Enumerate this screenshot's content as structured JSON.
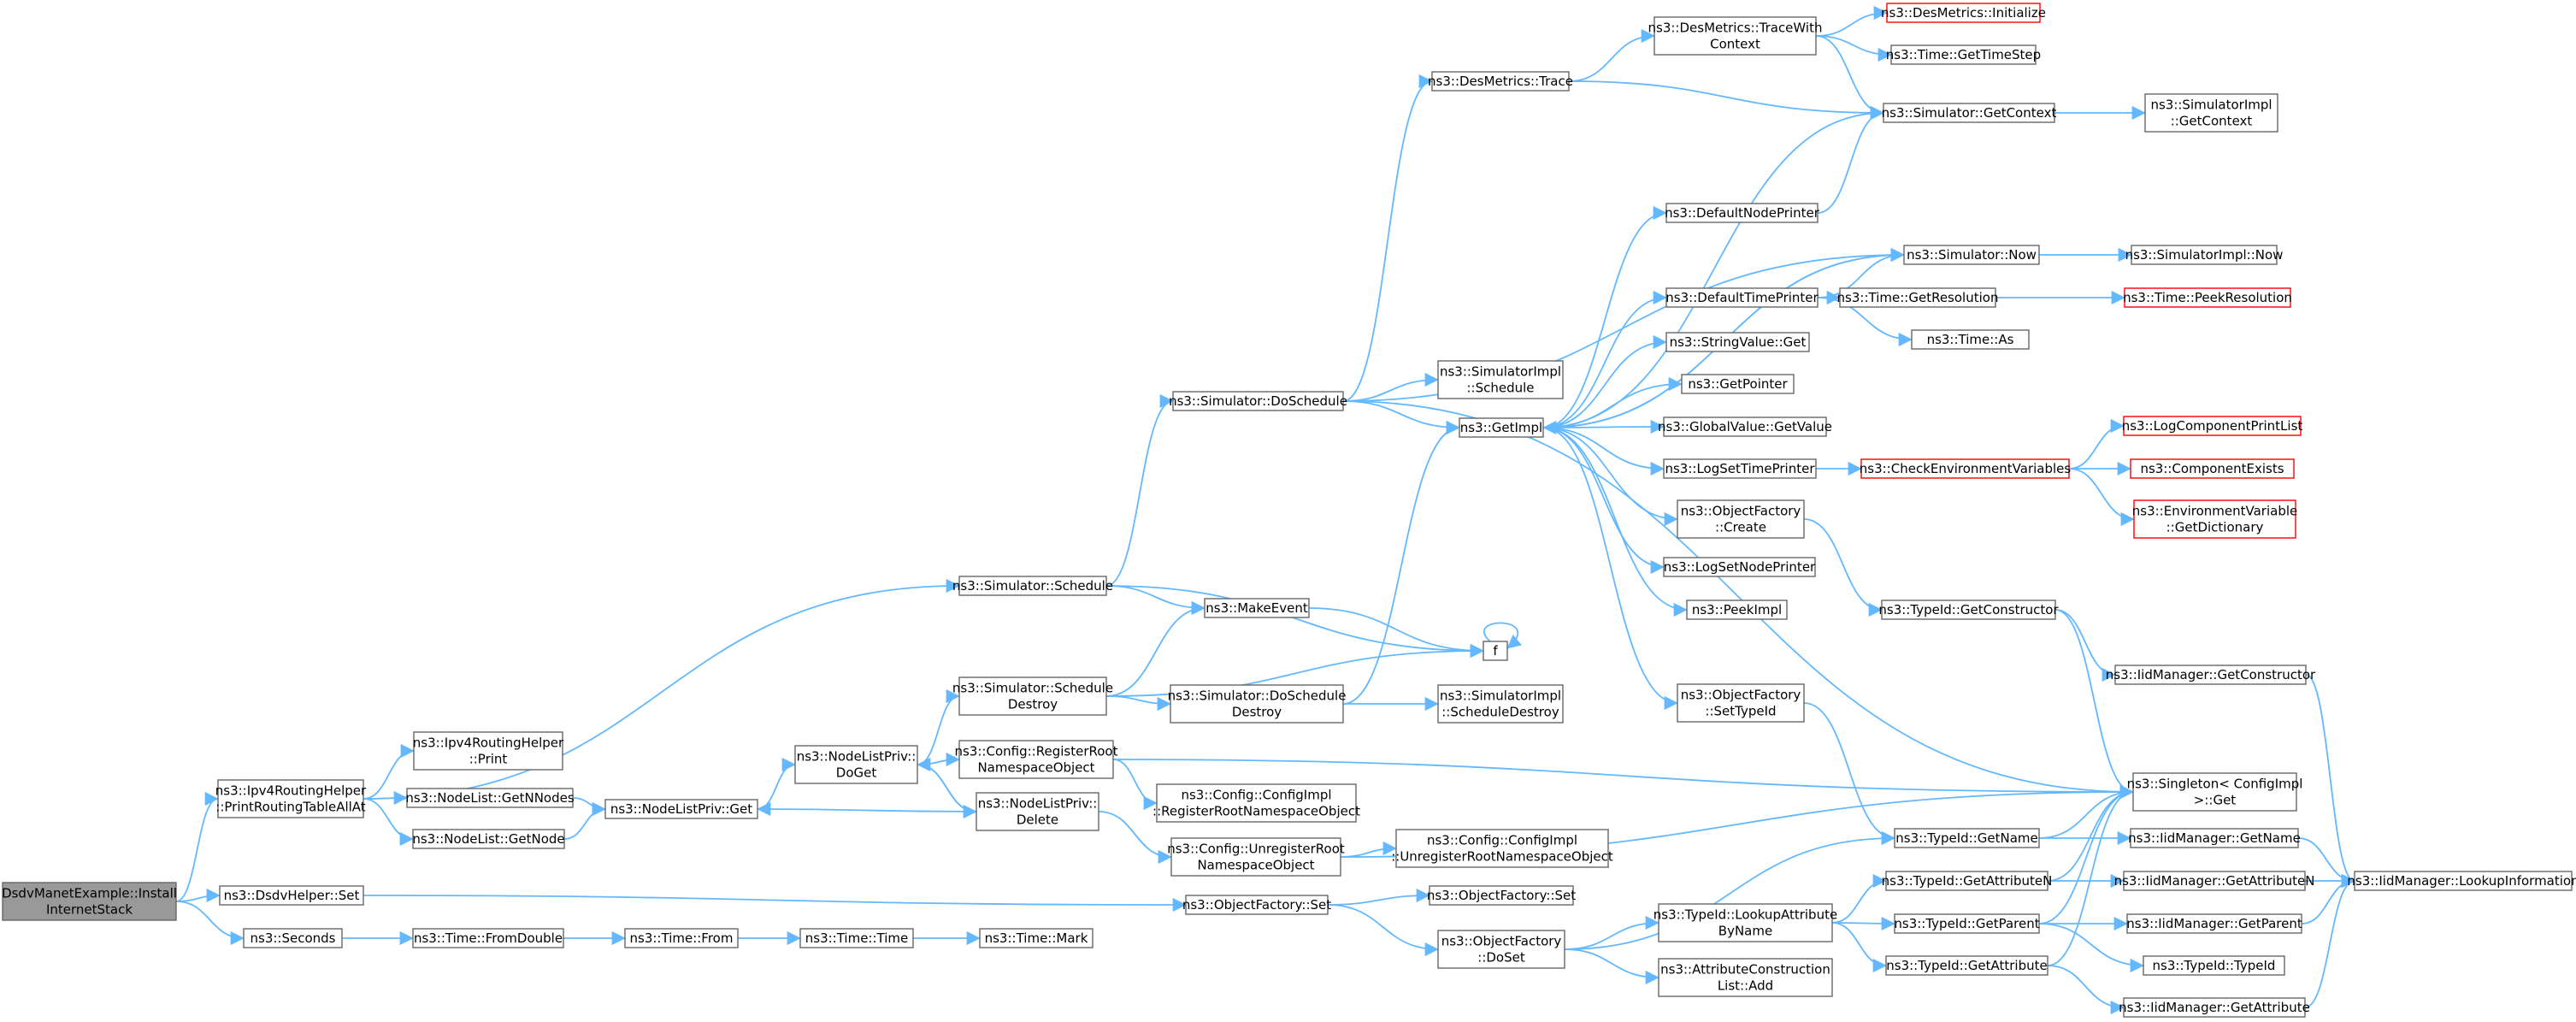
{
  "colors": {
    "edge": "#63b8ff",
    "border": "#666666",
    "truncated": "#ff0000",
    "root_fill": "#999999"
  },
  "nodes": [
    {
      "id": "root",
      "lines": [
        "DsdvManetExample::Install",
        "InternetStack"
      ]
    },
    {
      "id": "print_all",
      "lines": [
        "ns3::Ipv4RoutingHelper",
        "::PrintRoutingTableAllAt"
      ]
    },
    {
      "id": "dsdv_set",
      "lines": [
        "ns3::DsdvHelper::Set"
      ]
    },
    {
      "id": "seconds",
      "lines": [
        "ns3::Seconds"
      ]
    },
    {
      "id": "sim_schedule",
      "lines": [
        "ns3::Simulator::Schedule"
      ]
    },
    {
      "id": "ipv4_print",
      "lines": [
        "ns3::Ipv4RoutingHelper",
        "::Print"
      ]
    },
    {
      "id": "getnnodes",
      "lines": [
        "ns3::NodeList::GetNNodes"
      ]
    },
    {
      "id": "getnode",
      "lines": [
        "ns3::NodeList::GetNode"
      ]
    },
    {
      "id": "nlp_get",
      "lines": [
        "ns3::NodeListPriv::Get"
      ]
    },
    {
      "id": "nlp_doget",
      "lines": [
        "ns3::NodeListPriv::",
        "DoGet"
      ]
    },
    {
      "id": "sched_destroy",
      "lines": [
        "ns3::Simulator::Schedule",
        "Destroy"
      ]
    },
    {
      "id": "cfg_regroot",
      "lines": [
        "ns3::Config::RegisterRoot",
        "NamespaceObject"
      ]
    },
    {
      "id": "nlp_delete",
      "lines": [
        "ns3::NodeListPriv::",
        "Delete"
      ]
    },
    {
      "id": "cfgimpl_reg",
      "lines": [
        "ns3::Config::ConfigImpl",
        "::RegisterRootNamespaceObject"
      ]
    },
    {
      "id": "cfg_unreg",
      "lines": [
        "ns3::Config::UnregisterRoot",
        "NamespaceObject"
      ]
    },
    {
      "id": "cfgimpl_unreg",
      "lines": [
        "ns3::Config::ConfigImpl",
        "::UnregisterRootNamespaceObject"
      ]
    },
    {
      "id": "makeevent",
      "lines": [
        "ns3::MakeEvent"
      ]
    },
    {
      "id": "f",
      "lines": [
        "f"
      ]
    },
    {
      "id": "sim_doschedule",
      "lines": [
        "ns3::Simulator::DoSchedule"
      ]
    },
    {
      "id": "simimpl_schedule",
      "lines": [
        "ns3::SimulatorImpl",
        "::Schedule"
      ]
    },
    {
      "id": "sim_dosched_destroy",
      "lines": [
        "ns3::Simulator::DoSchedule",
        "Destroy"
      ]
    },
    {
      "id": "simimpl_sched_destroy",
      "lines": [
        "ns3::SimulatorImpl",
        "::ScheduleDestroy"
      ]
    },
    {
      "id": "des_trace",
      "lines": [
        "ns3::DesMetrics::Trace"
      ]
    },
    {
      "id": "des_tracewith",
      "lines": [
        "ns3::DesMetrics::TraceWith",
        "Context"
      ]
    },
    {
      "id": "des_init",
      "lines": [
        "ns3::DesMetrics::Initialize"
      ],
      "truncated": true
    },
    {
      "id": "time_gettimestep",
      "lines": [
        "ns3::Time::GetTimeStep"
      ]
    },
    {
      "id": "sim_getcontext",
      "lines": [
        "ns3::Simulator::GetContext"
      ]
    },
    {
      "id": "simimpl_getcontext",
      "lines": [
        "ns3::SimulatorImpl",
        "::GetContext"
      ]
    },
    {
      "id": "getimpl",
      "lines": [
        "ns3::GetImpl"
      ]
    },
    {
      "id": "defnodeprinter",
      "lines": [
        "ns3::DefaultNodePrinter"
      ]
    },
    {
      "id": "sim_now",
      "lines": [
        "ns3::Simulator::Now"
      ]
    },
    {
      "id": "simimpl_now",
      "lines": [
        "ns3::SimulatorImpl::Now"
      ]
    },
    {
      "id": "deftimeprinter",
      "lines": [
        "ns3::DefaultTimePrinter"
      ]
    },
    {
      "id": "time_getres",
      "lines": [
        "ns3::Time::GetResolution"
      ]
    },
    {
      "id": "time_peekres",
      "lines": [
        "ns3::Time::PeekResolution"
      ],
      "truncated": true
    },
    {
      "id": "time_as",
      "lines": [
        "ns3::Time::As"
      ]
    },
    {
      "id": "stringvalue_get",
      "lines": [
        "ns3::StringValue::Get"
      ]
    },
    {
      "id": "getpointer",
      "lines": [
        "ns3::GetPointer"
      ]
    },
    {
      "id": "globalvalue_getvalue",
      "lines": [
        "ns3::GlobalValue::GetValue"
      ]
    },
    {
      "id": "logsettimeprinter",
      "lines": [
        "ns3::LogSetTimePrinter"
      ]
    },
    {
      "id": "checkenv",
      "lines": [
        "ns3::CheckEnvironmentVariables"
      ],
      "truncated": true
    },
    {
      "id": "logcompprintlist",
      "lines": [
        "ns3::LogComponentPrintList"
      ],
      "truncated": true
    },
    {
      "id": "compexists",
      "lines": [
        "ns3::ComponentExists"
      ],
      "truncated": true
    },
    {
      "id": "envvar_getdict",
      "lines": [
        "ns3::EnvironmentVariable",
        "::GetDictionary"
      ],
      "truncated": true
    },
    {
      "id": "objfactory_create",
      "lines": [
        "ns3::ObjectFactory",
        "::Create"
      ]
    },
    {
      "id": "logsetnodeprinter",
      "lines": [
        "ns3::LogSetNodePrinter"
      ]
    },
    {
      "id": "peekimpl",
      "lines": [
        "ns3::PeekImpl"
      ]
    },
    {
      "id": "typeid_getctor",
      "lines": [
        "ns3::TypeId::GetConstructor"
      ]
    },
    {
      "id": "iid_getctor",
      "lines": [
        "ns3::IidManager::GetConstructor"
      ]
    },
    {
      "id": "objfactory_settypeid",
      "lines": [
        "ns3::ObjectFactory",
        "::SetTypeId"
      ]
    },
    {
      "id": "singleton_get",
      "lines": [
        "ns3::Singleton< ConfigImpl",
        " >::Get"
      ]
    },
    {
      "id": "typeid_getname",
      "lines": [
        "ns3::TypeId::GetName"
      ]
    },
    {
      "id": "iid_getname",
      "lines": [
        "ns3::IidManager::GetName"
      ]
    },
    {
      "id": "iid_lookupinfo",
      "lines": [
        "ns3::IidManager::LookupInformation"
      ]
    },
    {
      "id": "objfactory_set",
      "lines": [
        "ns3::ObjectFactory::Set"
      ]
    },
    {
      "id": "objfactory_set2",
      "lines": [
        "ns3::ObjectFactory::Set"
      ]
    },
    {
      "id": "objfactory_doset",
      "lines": [
        "ns3::ObjectFactory",
        "::DoSet"
      ]
    },
    {
      "id": "typeid_lookupattr",
      "lines": [
        "ns3::TypeId::LookupAttribute",
        "ByName"
      ]
    },
    {
      "id": "attrconstr_add",
      "lines": [
        "ns3::AttributeConstruction",
        "List::Add"
      ]
    },
    {
      "id": "typeid_getattrn",
      "lines": [
        "ns3::TypeId::GetAttributeN"
      ]
    },
    {
      "id": "iid_getattrn",
      "lines": [
        "ns3::IidManager::GetAttributeN"
      ]
    },
    {
      "id": "typeid_getparent",
      "lines": [
        "ns3::TypeId::GetParent"
      ]
    },
    {
      "id": "iid_getparent",
      "lines": [
        "ns3::IidManager::GetParent"
      ]
    },
    {
      "id": "typeid_typeid",
      "lines": [
        "ns3::TypeId::TypeId"
      ]
    },
    {
      "id": "typeid_getattr",
      "lines": [
        "ns3::TypeId::GetAttribute"
      ]
    },
    {
      "id": "iid_getattr",
      "lines": [
        "ns3::IidManager::GetAttribute"
      ]
    },
    {
      "id": "time_fromdouble",
      "lines": [
        "ns3::Time::FromDouble"
      ]
    },
    {
      "id": "time_from",
      "lines": [
        "ns3::Time::From"
      ]
    },
    {
      "id": "time_time",
      "lines": [
        "ns3::Time::Time"
      ]
    },
    {
      "id": "time_mark",
      "lines": [
        "ns3::Time::Mark"
      ]
    }
  ],
  "edges": [
    [
      "root",
      "print_all"
    ],
    [
      "root",
      "dsdv_set"
    ],
    [
      "root",
      "seconds"
    ],
    [
      "print_all",
      "sim_schedule"
    ],
    [
      "print_all",
      "ipv4_print"
    ],
    [
      "print_all",
      "getnnodes"
    ],
    [
      "print_all",
      "getnode"
    ],
    [
      "getnnodes",
      "nlp_get"
    ],
    [
      "getnode",
      "nlp_get"
    ],
    [
      "nlp_get",
      "nlp_doget"
    ],
    [
      "nlp_doget",
      "sched_destroy"
    ],
    [
      "nlp_doget",
      "cfg_regroot"
    ],
    [
      "nlp_doget",
      "nlp_delete"
    ],
    [
      "nlp_delete",
      "nlp_doget"
    ],
    [
      "nlp_delete",
      "nlp_get"
    ],
    [
      "nlp_delete",
      "cfg_unreg"
    ],
    [
      "cfg_regroot",
      "cfgimpl_reg"
    ],
    [
      "cfg_regroot",
      "singleton_get"
    ],
    [
      "cfg_unreg",
      "cfgimpl_unreg"
    ],
    [
      "cfg_unreg",
      "singleton_get"
    ],
    [
      "sched_destroy",
      "makeevent"
    ],
    [
      "sched_destroy",
      "f"
    ],
    [
      "sched_destroy",
      "sim_dosched_destroy"
    ],
    [
      "sim_schedule",
      "sim_doschedule"
    ],
    [
      "sim_schedule",
      "makeevent"
    ],
    [
      "sim_schedule",
      "f"
    ],
    [
      "makeevent",
      "f"
    ],
    [
      "f",
      "f"
    ],
    [
      "sim_dosched_destroy",
      "simimpl_sched_destroy"
    ],
    [
      "sim_dosched_destroy",
      "getimpl"
    ],
    [
      "sim_doschedule",
      "des_trace"
    ],
    [
      "sim_doschedule",
      "simimpl_schedule"
    ],
    [
      "sim_doschedule",
      "getimpl"
    ],
    [
      "sim_doschedule",
      "sim_now"
    ],
    [
      "sim_doschedule",
      "singleton_get"
    ],
    [
      "des_trace",
      "des_tracewith"
    ],
    [
      "des_trace",
      "sim_getcontext"
    ],
    [
      "des_tracewith",
      "des_init"
    ],
    [
      "des_tracewith",
      "time_gettimestep"
    ],
    [
      "des_tracewith",
      "sim_getcontext"
    ],
    [
      "sim_getcontext",
      "simimpl_getcontext"
    ],
    [
      "getimpl",
      "sim_getcontext"
    ],
    [
      "getimpl",
      "defnodeprinter"
    ],
    [
      "getimpl",
      "sim_now"
    ],
    [
      "getimpl",
      "deftimeprinter"
    ],
    [
      "getimpl",
      "stringvalue_get"
    ],
    [
      "getimpl",
      "getpointer"
    ],
    [
      "getimpl",
      "globalvalue_getvalue"
    ],
    [
      "getimpl",
      "logsettimeprinter"
    ],
    [
      "getimpl",
      "objfactory_create"
    ],
    [
      "getimpl",
      "logsetnodeprinter"
    ],
    [
      "getimpl",
      "peekimpl"
    ],
    [
      "getimpl",
      "objfactory_settypeid"
    ],
    [
      "defnodeprinter",
      "sim_getcontext"
    ],
    [
      "deftimeprinter",
      "sim_now"
    ],
    [
      "deftimeprinter",
      "time_getres"
    ],
    [
      "deftimeprinter",
      "time_as"
    ],
    [
      "sim_now",
      "getimpl"
    ],
    [
      "sim_now",
      "simimpl_now"
    ],
    [
      "time_getres",
      "time_peekres"
    ],
    [
      "logsettimeprinter",
      "checkenv"
    ],
    [
      "checkenv",
      "logcompprintlist"
    ],
    [
      "checkenv",
      "compexists"
    ],
    [
      "checkenv",
      "envvar_getdict"
    ],
    [
      "objfactory_create",
      "typeid_getctor"
    ],
    [
      "typeid_getctor",
      "iid_getctor"
    ],
    [
      "typeid_getctor",
      "singleton_get"
    ],
    [
      "iid_getctor",
      "iid_lookupinfo"
    ],
    [
      "objfactory_settypeid",
      "typeid_getname"
    ],
    [
      "typeid_getname",
      "singleton_get"
    ],
    [
      "typeid_getname",
      "iid_getname"
    ],
    [
      "iid_getname",
      "iid_lookupinfo"
    ],
    [
      "dsdv_set",
      "objfactory_set"
    ],
    [
      "objfactory_set",
      "objfactory_set2"
    ],
    [
      "objfactory_set",
      "objfactory_doset"
    ],
    [
      "objfactory_doset",
      "typeid_getname"
    ],
    [
      "objfactory_doset",
      "typeid_lookupattr"
    ],
    [
      "objfactory_doset",
      "attrconstr_add"
    ],
    [
      "typeid_lookupattr",
      "typeid_getattrn"
    ],
    [
      "typeid_lookupattr",
      "typeid_getparent"
    ],
    [
      "typeid_lookupattr",
      "typeid_getattr"
    ],
    [
      "typeid_getattrn",
      "singleton_get"
    ],
    [
      "typeid_getattrn",
      "iid_getattrn"
    ],
    [
      "typeid_getparent",
      "singleton_get"
    ],
    [
      "typeid_getparent",
      "iid_getparent"
    ],
    [
      "typeid_getparent",
      "typeid_typeid"
    ],
    [
      "typeid_getattr",
      "singleton_get"
    ],
    [
      "typeid_getattr",
      "iid_getattr"
    ],
    [
      "iid_getattrn",
      "iid_lookupinfo"
    ],
    [
      "iid_getparent",
      "iid_lookupinfo"
    ],
    [
      "iid_getattr",
      "iid_lookupinfo"
    ],
    [
      "seconds",
      "time_fromdouble"
    ],
    [
      "time_fromdouble",
      "time_from"
    ],
    [
      "time_from",
      "time_time"
    ],
    [
      "time_time",
      "time_mark"
    ]
  ]
}
